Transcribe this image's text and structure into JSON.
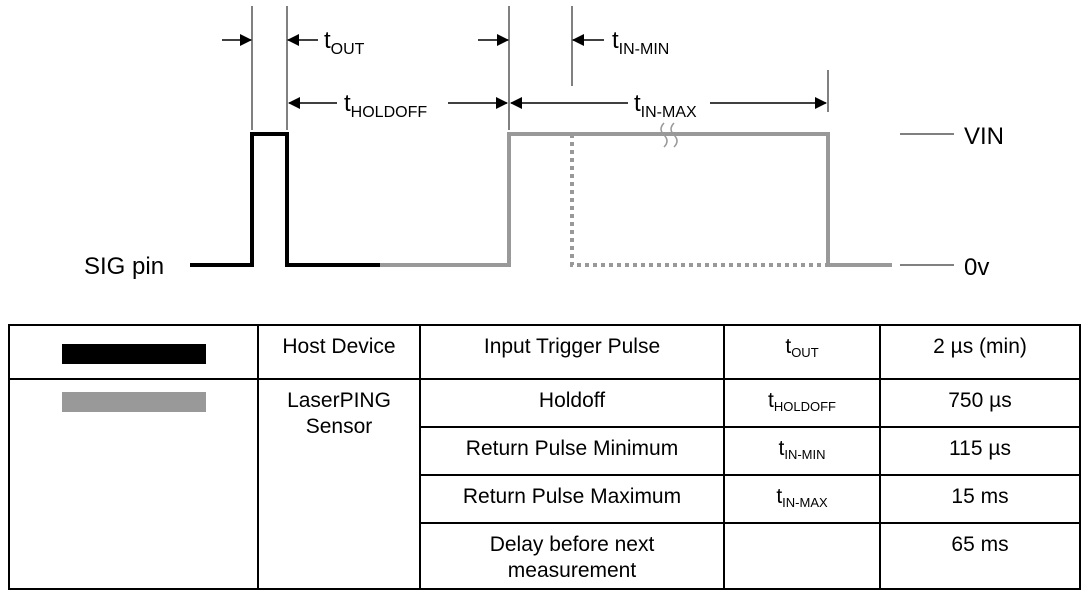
{
  "diagram": {
    "labels": {
      "sig_pin": "SIG pin",
      "vin": "VIN",
      "zero_v": "0v",
      "t_out": {
        "base": "t",
        "sub": "OUT"
      },
      "t_holdoff": {
        "base": "t",
        "sub": "HOLDOFF"
      },
      "t_in_min": {
        "base": "t",
        "sub": "IN-MIN"
      },
      "t_in_max": {
        "base": "t",
        "sub": "IN-MAX"
      }
    },
    "colors": {
      "host": "#000000",
      "sensor": "#999999"
    }
  },
  "table": {
    "host": {
      "device": "Host Device",
      "rows": [
        {
          "description": "Input Trigger Pulse",
          "symbol": {
            "base": "t",
            "sub": "OUT"
          },
          "value": "2 µs (min)"
        }
      ]
    },
    "sensor": {
      "device_line1": "LaserPING",
      "device_line2": "Sensor",
      "rows": [
        {
          "description": "Holdoff",
          "symbol": {
            "base": "t",
            "sub": "HOLDOFF"
          },
          "value": "750 µs"
        },
        {
          "description": "Return Pulse Minimum",
          "symbol": {
            "base": "t",
            "sub": "IN-MIN"
          },
          "value": "115 µs"
        },
        {
          "description": "Return Pulse Maximum",
          "symbol": {
            "base": "t",
            "sub": "IN-MAX"
          },
          "value": "15 ms"
        },
        {
          "description_line1": "Delay before next",
          "description_line2": "measurement",
          "value": "65 ms"
        }
      ]
    }
  }
}
